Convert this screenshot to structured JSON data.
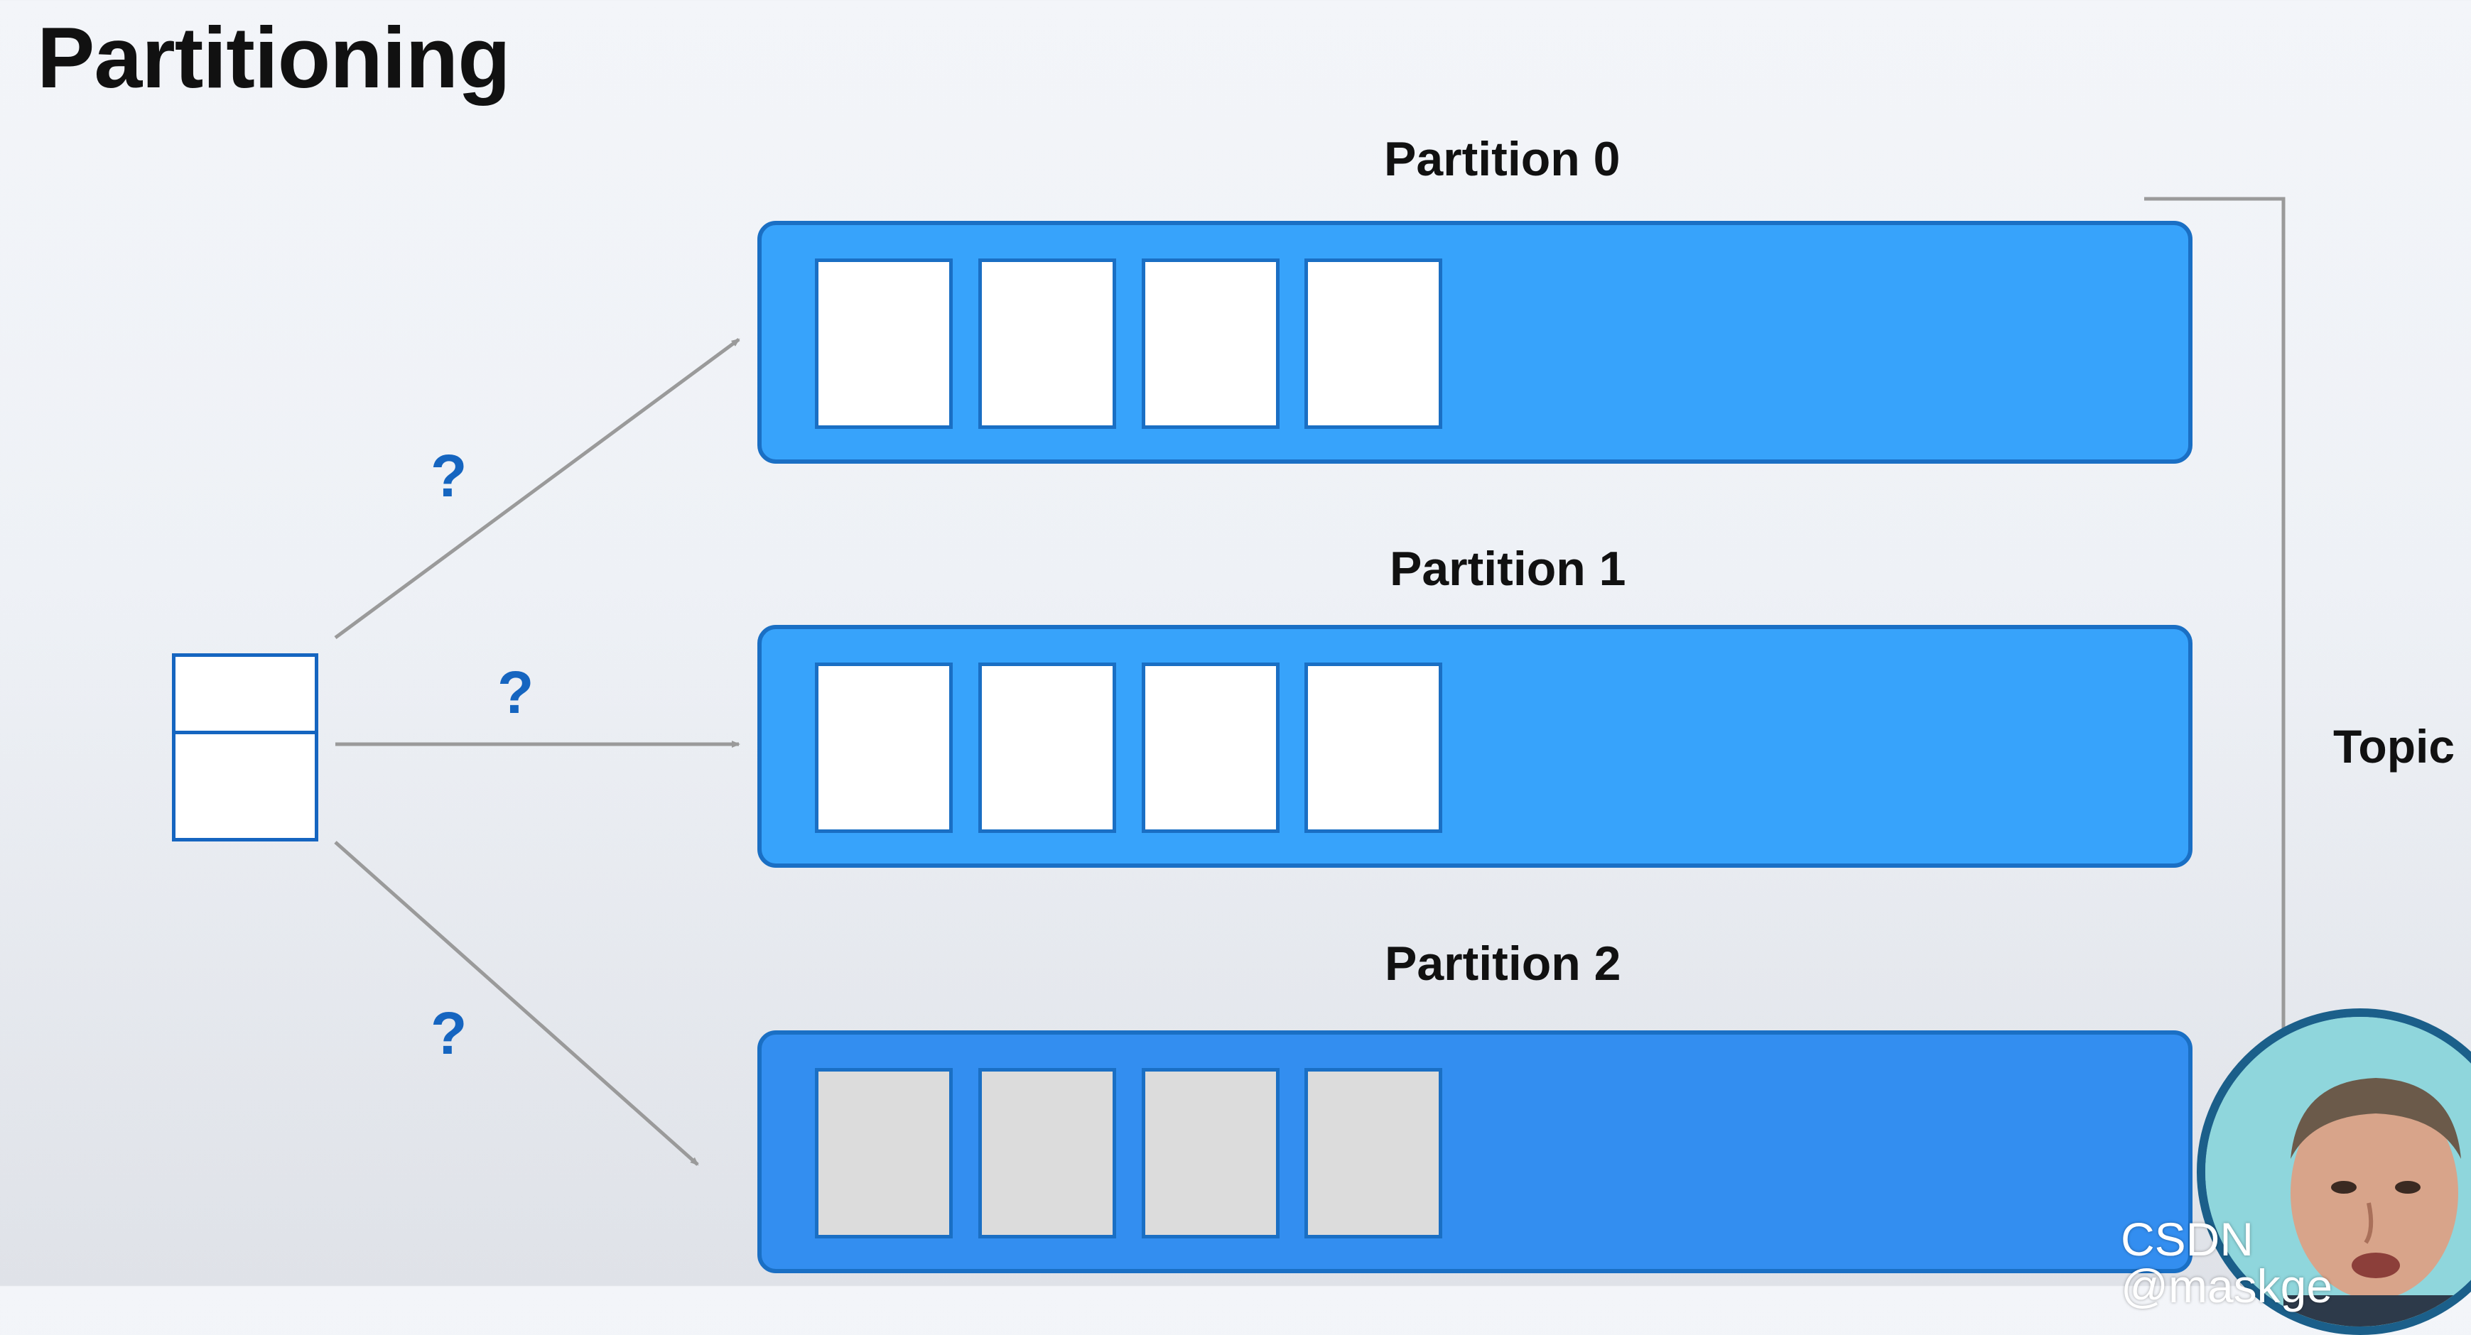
{
  "title": "Partitioning",
  "partitions": [
    {
      "label": "Partition 0"
    },
    {
      "label": "Partition 1"
    },
    {
      "label": "Partition 2"
    }
  ],
  "router": {
    "question_marks": [
      "?",
      "?",
      "?"
    ]
  },
  "topic": {
    "label": "Topic"
  },
  "watermark": "CSDN @maskge",
  "colors": {
    "partition_fill": "#37a3fb",
    "partition_border": "#1a6fc4",
    "record_fill": "#ffffff",
    "record_greyed_fill": "#dcdcdc",
    "question_mark": "#1565c0",
    "arrow": "#9a9a9a",
    "topic_bracket": "#9a9a9a"
  }
}
